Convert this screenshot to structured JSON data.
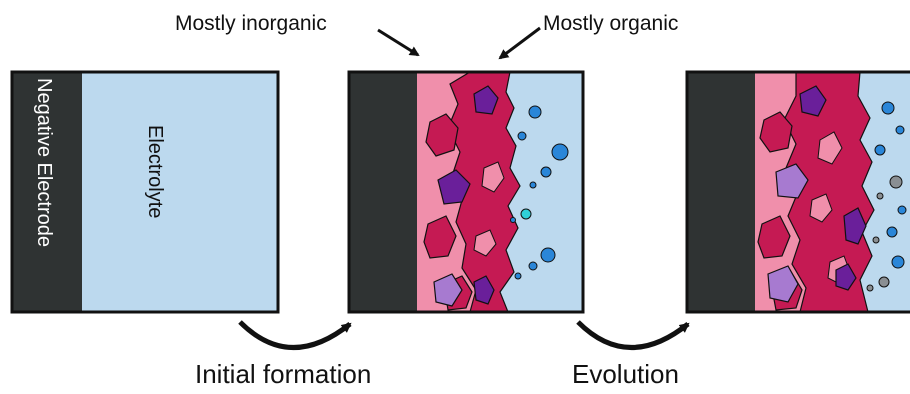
{
  "labels": {
    "mostly_inorganic": "Mostly inorganic",
    "mostly_organic": "Mostly organic",
    "negative_electrode": "Negative Electrode",
    "electrolyte": "Electrolyte",
    "initial_formation": "Initial formation",
    "evolution": "Evolution"
  },
  "colors": {
    "electrode": "#2f3333",
    "electrolyte": "#bcd9ee",
    "inorganic_layer": "#f08fab",
    "organic_layer": "#c51a53",
    "purple_particle": "#6a1f9a",
    "lavender_particle": "#a77ad0",
    "blue_bubble": "#2a86d8",
    "cyan_bubble": "#2fd0d8",
    "gray_bubble": "#8a8f93",
    "outline": "#111111"
  }
}
